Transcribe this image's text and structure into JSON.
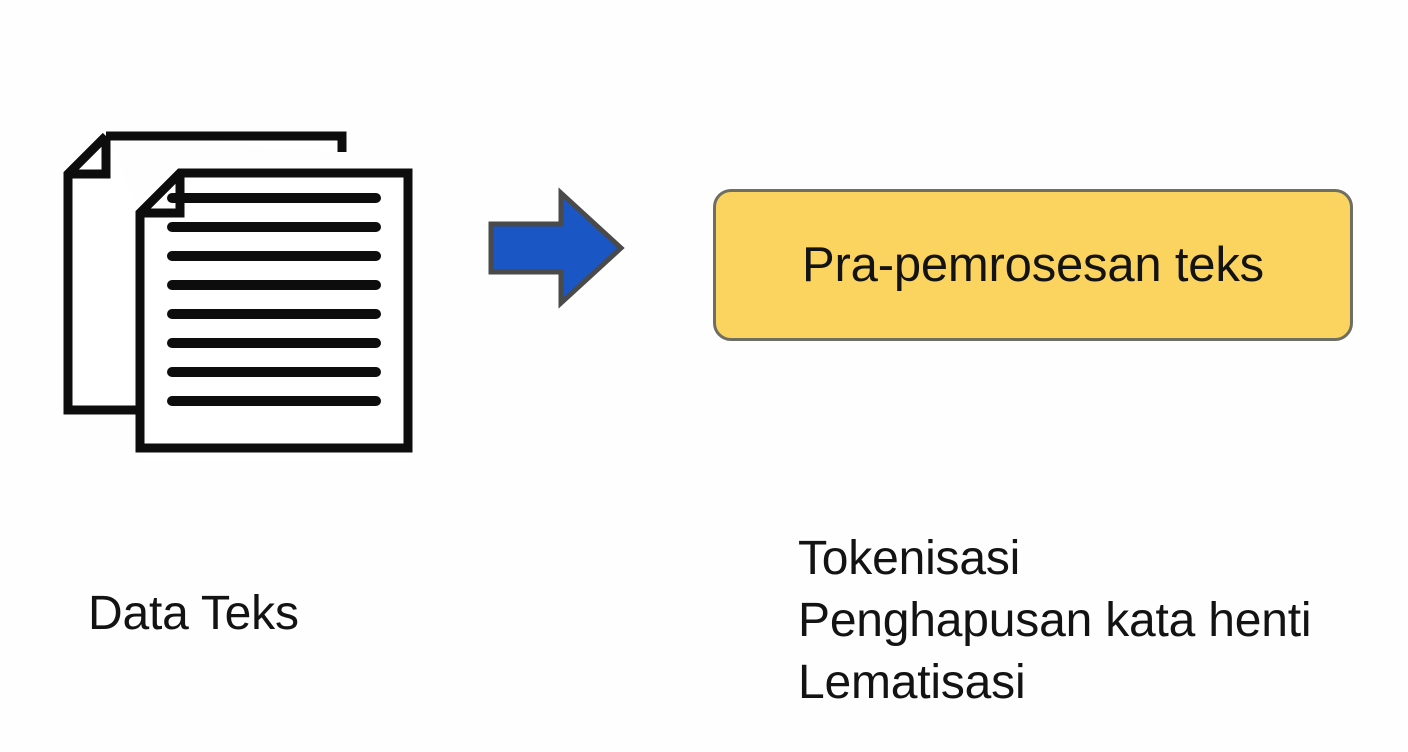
{
  "diagram": {
    "title": "Text preprocessing flow",
    "background_color": "#fefefe",
    "source": {
      "icon_name": "documents-stack-icon",
      "caption": "Data Teks",
      "text_color": "#131313",
      "outline_color": "#0d0d0d",
      "paper_fill": "#ffffff",
      "line_count": 8
    },
    "connector": {
      "icon_name": "right-arrow-icon",
      "direction": "right",
      "fill_color": "#1a56c4",
      "stroke_color": "#4a4a4a"
    },
    "process": {
      "label": "Pra-pemrosesan teks",
      "fill_color": "#fbd45f",
      "border_color": "#6e6e62",
      "text_color": "#131313",
      "corner_radius": "18px"
    },
    "steps": {
      "items": [
        "Tokenisasi",
        "Penghapusan kata henti",
        "Lematisasi"
      ],
      "text_color": "#131313"
    }
  }
}
